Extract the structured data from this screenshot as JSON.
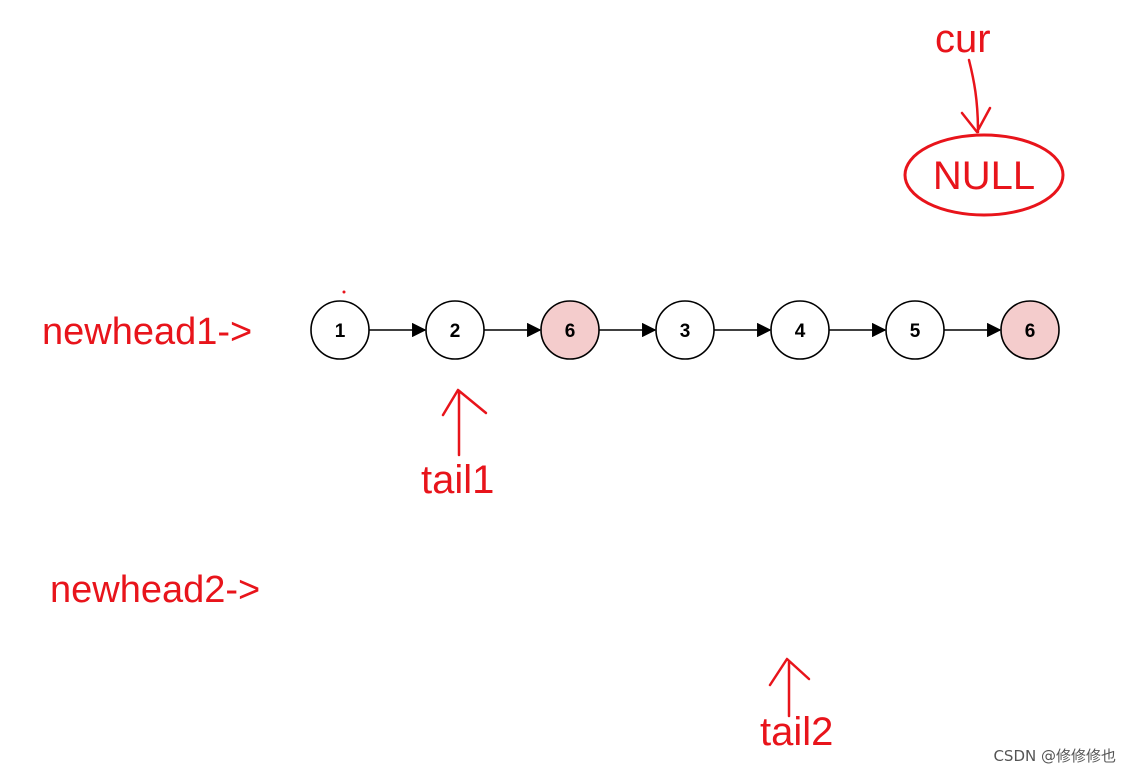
{
  "diagram": {
    "nodes": [
      {
        "value": "1",
        "highlight": false
      },
      {
        "value": "2",
        "highlight": false
      },
      {
        "value": "6",
        "highlight": true
      },
      {
        "value": "3",
        "highlight": false
      },
      {
        "value": "4",
        "highlight": false
      },
      {
        "value": "5",
        "highlight": false
      },
      {
        "value": "6",
        "highlight": true
      }
    ],
    "labels": {
      "newhead1": "newhead1->",
      "newhead2": "newhead2->",
      "tail1": "tail1",
      "tail2": "tail2",
      "cur": "cur",
      "null": "NULL"
    }
  },
  "colors": {
    "annotation": "#e8141b",
    "node_stroke": "#000000",
    "node_fill": "#ffffff",
    "highlight_fill": "#f4cccc"
  },
  "watermark": "CSDN @修修修也"
}
